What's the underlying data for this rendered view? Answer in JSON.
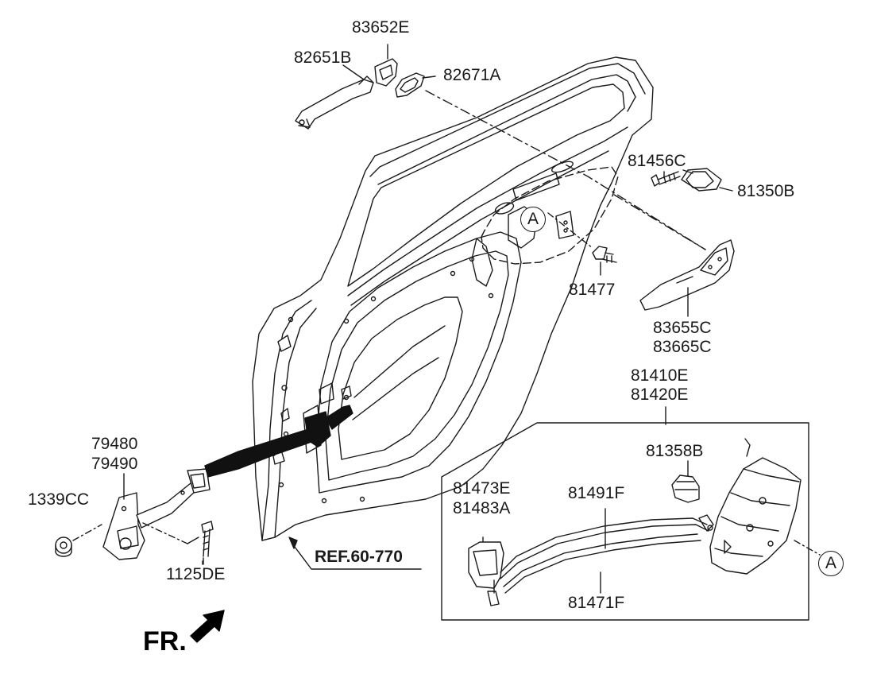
{
  "diagram": {
    "labels": {
      "part_83652E": "83652E",
      "part_82651B": "82651B",
      "part_82671A": "82671A",
      "part_81456C": "81456C",
      "part_81350B": "81350B",
      "part_81477": "81477",
      "part_83655C": "83655C",
      "part_83665C": "83665C",
      "part_81410E": "81410E",
      "part_81420E": "81420E",
      "part_81358B": "81358B",
      "part_81473E": "81473E",
      "part_81483A": "81483A",
      "part_81491F": "81491F",
      "part_81471F": "81471F",
      "part_79480": "79480",
      "part_79490": "79490",
      "part_1339CC": "1339CC",
      "part_1125DE": "1125DE"
    },
    "ref_label": "REF.60-770",
    "callout_a1": "A",
    "callout_a2": "A",
    "direction_label": "FR."
  }
}
